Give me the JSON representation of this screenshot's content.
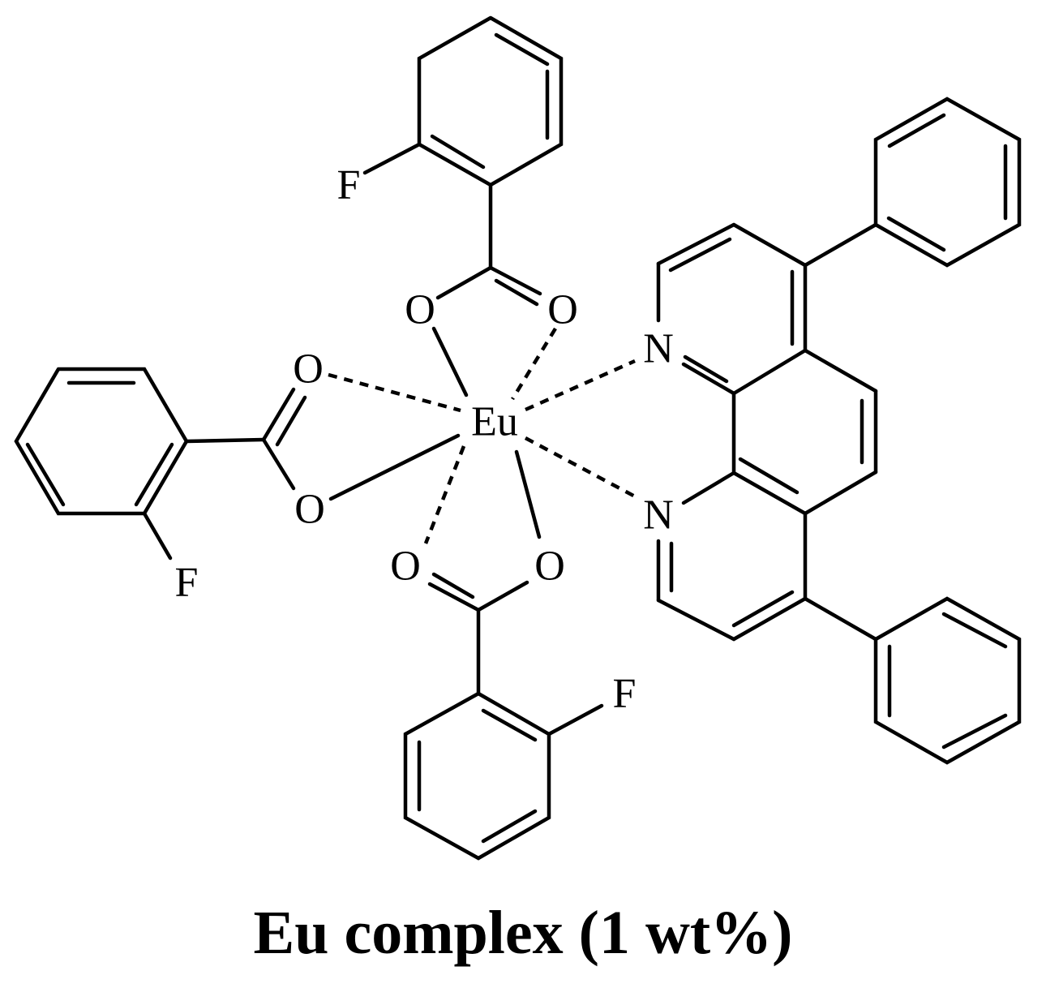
{
  "diagram": {
    "central_atom": "Eu",
    "atoms": {
      "oxygen": "O",
      "nitrogen": "N",
      "fluorine": "F"
    },
    "caption": "Eu complex (1 wt%)"
  }
}
